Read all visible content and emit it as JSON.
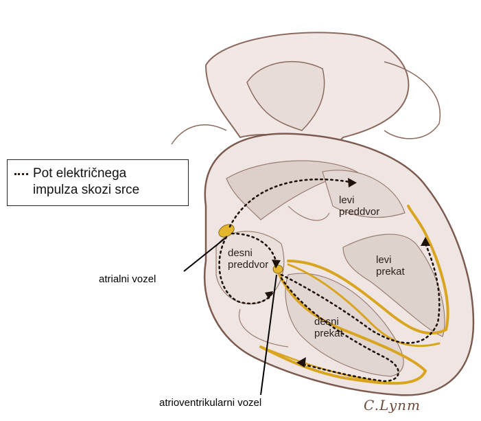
{
  "legend": {
    "text": "Pot električnega\nimpulza skozi srce"
  },
  "chambers": {
    "left_atrium": "levi\npreddvor",
    "right_atrium": "desni\npreddvor",
    "left_ventricle": "levi\nprekat",
    "right_ventricle": "desni\nprekat"
  },
  "callouts": {
    "sa_node": "atrialni vozel",
    "av_node": "atrioventrikularni vozel"
  },
  "signature": "C.Lynm",
  "colors": {
    "tissue": "#eee4e1",
    "outline": "#8a6a5e",
    "conduction": "#d9a520",
    "impulse_path": "#1e120a"
  }
}
